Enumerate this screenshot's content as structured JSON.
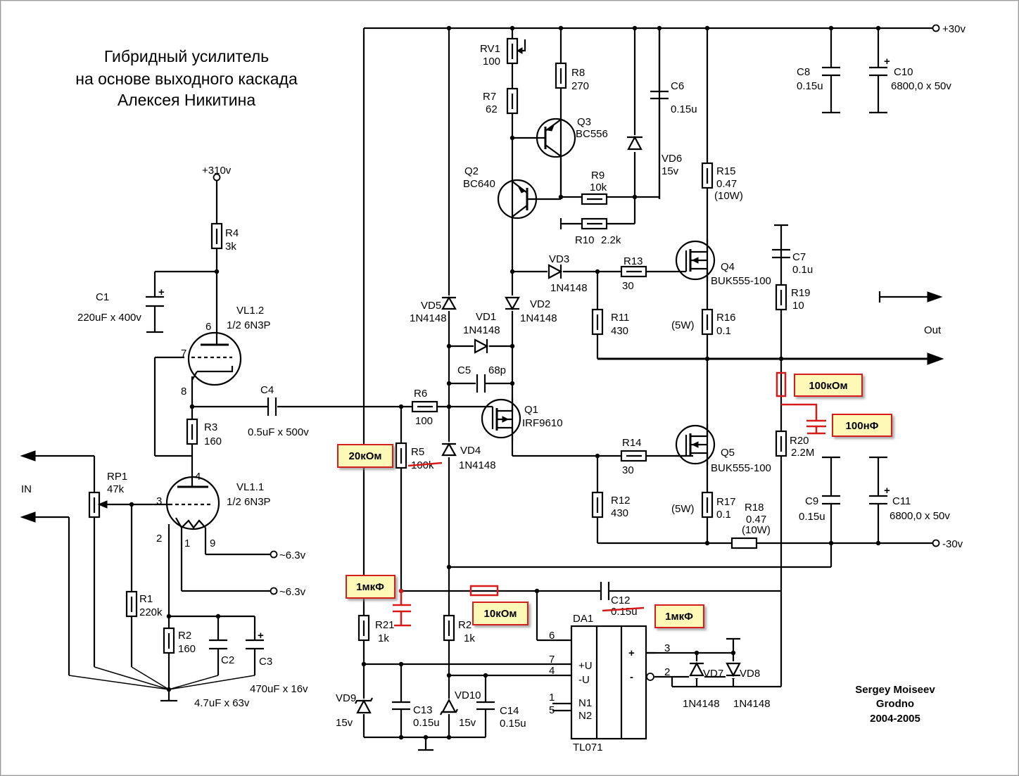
{
  "title": {
    "line1": "Гибридный усилитель",
    "line2": "на основе выходного каскада",
    "line3": "Алексея Никитина"
  },
  "author": {
    "name": "Sergey Moiseev",
    "city": "Grodno",
    "years": "2004-2005"
  },
  "rails": {
    "plus30": "+30v",
    "minus30": "-30v",
    "plus310": "+310v",
    "heater1": "~6.3v",
    "heater2": "~6.3v",
    "out": "Out",
    "in": "IN"
  },
  "components": {
    "RV1": {
      "name": "RV1",
      "value": "100"
    },
    "R7": {
      "name": "R7",
      "value": "62"
    },
    "R8": {
      "name": "R8",
      "value": "270"
    },
    "Q3": {
      "name": "Q3",
      "value": "BC556"
    },
    "C6": {
      "name": "C6",
      "value": "0.15u"
    },
    "VD6": {
      "name": "VD6",
      "value": "15v"
    },
    "Q2": {
      "name": "Q2",
      "value": "BC640"
    },
    "R9": {
      "name": "R9",
      "value": "10k"
    },
    "R10": {
      "name": "R10",
      "value": "2.2k"
    },
    "R15": {
      "name": "R15",
      "value": "0.47",
      "power": "(10W)"
    },
    "C8": {
      "name": "C8",
      "value": "0.15u"
    },
    "C10": {
      "name": "C10",
      "value": "6800,0 x 50v"
    },
    "VD3": {
      "name": "VD3",
      "value": "1N4148"
    },
    "R13": {
      "name": "R13",
      "value": "30"
    },
    "Q4": {
      "name": "Q4",
      "value": "BUK555-100"
    },
    "C7": {
      "name": "C7",
      "value": "0.1u"
    },
    "R19": {
      "name": "R19",
      "value": "10"
    },
    "VD5": {
      "name": "VD5",
      "value": "1N4148"
    },
    "VD1": {
      "name": "VD1",
      "value": "1N4148"
    },
    "VD2": {
      "name": "VD2",
      "value": "1N4148"
    },
    "R11": {
      "name": "R11",
      "value": "430"
    },
    "R16": {
      "name": "R16",
      "value": "0.1",
      "power": "(5W)"
    },
    "C5": {
      "name": "C5",
      "value": "68p"
    },
    "R6": {
      "name": "R6",
      "value": "100"
    },
    "Q1": {
      "name": "Q1",
      "value": "IRF9610"
    },
    "C4": {
      "name": "C4",
      "value": "0.5uF x 500v"
    },
    "R5": {
      "name": "R5",
      "value": "100k"
    },
    "VD4": {
      "name": "VD4",
      "value": "1N4148"
    },
    "R14": {
      "name": "R14",
      "value": "30"
    },
    "Q5": {
      "name": "Q5",
      "value": "BUK555-100"
    },
    "R20": {
      "name": "R20",
      "value": "2.2M"
    },
    "R12": {
      "name": "R12",
      "value": "430"
    },
    "R17": {
      "name": "R17",
      "value": "0.1",
      "power": "(5W)"
    },
    "R18": {
      "name": "R18",
      "value": "0.47",
      "power": "(10W)"
    },
    "C9": {
      "name": "C9",
      "value": "0.15u"
    },
    "C11": {
      "name": "C11",
      "value": "6800,0 x 50v"
    },
    "R4": {
      "name": "R4",
      "value": "3k"
    },
    "C1": {
      "name": "C1",
      "value": "220uF x 400v"
    },
    "VL12": {
      "name": "VL1.2",
      "value": "1/2 6N3P"
    },
    "R3": {
      "name": "R3",
      "value": "160"
    },
    "RP1": {
      "name": "RP1",
      "value": "47k"
    },
    "VL11": {
      "name": "VL1.1",
      "value": "1/2 6N3P"
    },
    "R1": {
      "name": "R1",
      "value": "220k"
    },
    "R2": {
      "name": "R2",
      "value": "160"
    },
    "C2": {
      "name": "C2",
      "value": "4.7uF x 63v"
    },
    "C3": {
      "name": "C3",
      "value": "470uF x 16v"
    },
    "C12": {
      "name": "C12",
      "value": "0.15u"
    },
    "R21": {
      "name": "R21",
      "value": "1k"
    },
    "R22": {
      "name": "R2",
      "value": "1k"
    },
    "DA1": {
      "name": "DA1",
      "value": "TL071"
    },
    "VD7": {
      "name": "VD7",
      "value": "1N4148"
    },
    "VD8": {
      "name": "VD8",
      "value": "1N4148"
    },
    "VD9": {
      "name": "VD9",
      "value": "15v"
    },
    "C13": {
      "name": "C13",
      "value": "0.15u"
    },
    "VD10": {
      "name": "VD10",
      "value": "15v"
    },
    "C14": {
      "name": "C14",
      "value": "0.15u"
    }
  },
  "pins": {
    "tube_top": [
      "6",
      "7",
      "8"
    ],
    "tube_bottom": [
      "4",
      "3",
      "2",
      "1",
      "9"
    ],
    "opamp": [
      "6",
      "7",
      "4",
      "1",
      "5",
      "3",
      "2"
    ],
    "opamp_labels": [
      "+U",
      "-U",
      "N1",
      "N2",
      "+",
      "-"
    ]
  },
  "annotations": {
    "a1": "100кОм",
    "a2": "100нФ",
    "a3": "20кОм",
    "a4": "1мкФ",
    "a5": "10кОм",
    "a6": "1мкФ"
  }
}
